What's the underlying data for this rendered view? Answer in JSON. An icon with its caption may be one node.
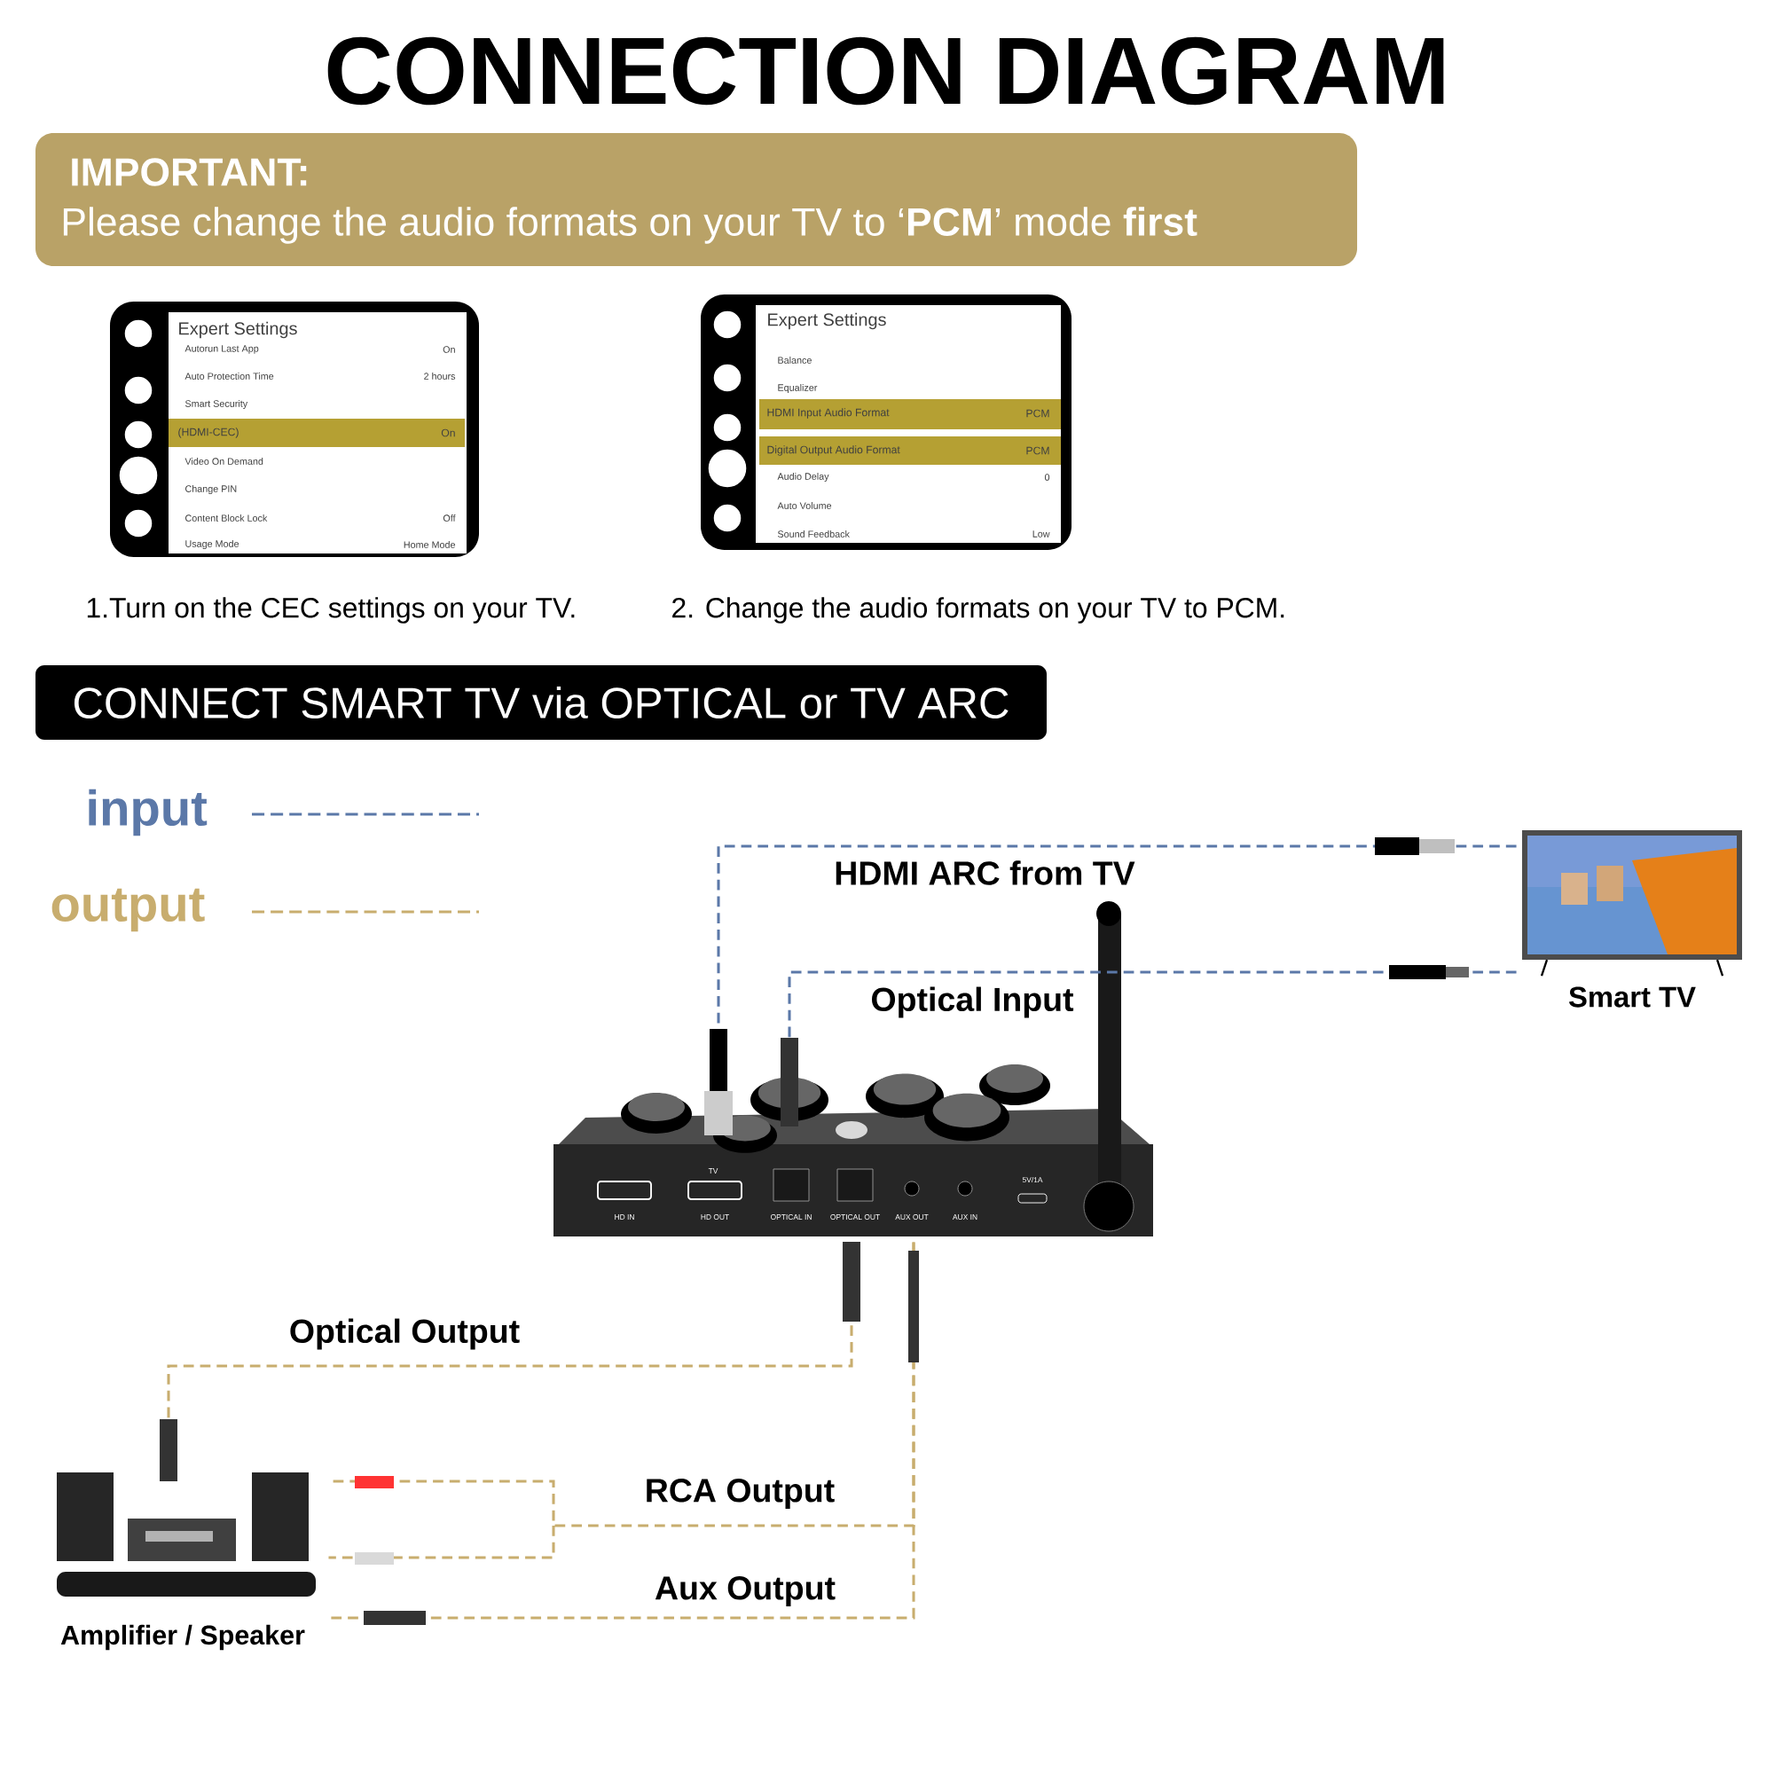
{
  "diagram": {
    "title": "CONNECTION DIAGRAM",
    "nodes": [
      {
        "text": [
          "IMPORTANT:",
          "Please change the audio formats on your TV to ‘**PCM**’ mode **first**"
        ]
      },
      {
        "text": [
          "Expert Settings",
          "Autorun Last App",
          "On",
          "Auto Protection Time",
          "2 hours",
          "Smart Security",
          "(HDMI-CEC)",
          "On",
          "Video On Demand",
          "Change PIN",
          "Content Block Lock",
          "Off",
          "Usage Mode",
          "Home Mode"
        ],
        "beside": [
          "1.Turn on the CEC settings on your TV."
        ]
      },
      {
        "text": [
          "Expert Settings",
          "Balance",
          "Equalizer",
          "HDMI Input Audio Format",
          "PCM",
          "Digital Output Audio Format",
          "PCM",
          "Audio Delay",
          "0",
          "Auto Volume",
          "Sound Feedback",
          "Low"
        ],
        "beside": [
          "2. Change the audio formats on your TV to PCM."
        ]
      },
      {
        "text": [
          "CONNECT SMART TV via OPTICAL or TV ARC"
        ]
      },
      {
        "text": [],
        "shape": "picture"
      },
      {
        "text": [
          "Smart TV"
        ]
      },
      {
        "text": [
          "Amplifier / Speaker"
        ]
      }
    ],
    "edges": [
      {
        "from": 5,
        "to": 4,
        "arrow": "none",
        "label": "HDMI ARC from TV",
        "style": "dashed",
        "color": "#5b78a8"
      },
      {
        "from": 5,
        "to": 4,
        "arrow": "none",
        "label": "Optical Input",
        "style": "dashed",
        "color": "#5b78a8"
      },
      {
        "from": 4,
        "to": 6,
        "arrow": "none",
        "label": "Optical Output",
        "style": "dashed"
      },
      {
        "from": 4,
        "to": 6,
        "arrow": "none",
        "label": "RCA Output",
        "style": "dashed"
      },
      {
        "from": 4,
        "to": 6,
        "arrow": "none",
        "label": "Aux Output",
        "style": "dashed"
      }
    ],
    "labels": [
      "TV",
      "HD IN",
      "HD OUT",
      "OPTICAL IN",
      "OPTICAL OUT",
      "AUX OUT",
      "AUX IN",
      "5V/1A"
    ],
    "legend": [
      {
        "text": "input"
      },
      {
        "text": "output"
      }
    ]
  }
}
